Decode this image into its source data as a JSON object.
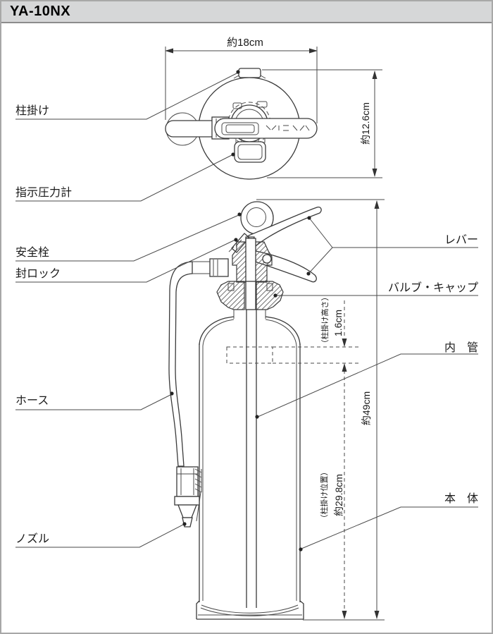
{
  "title": "YA-10NX",
  "colors": {
    "line": "#3a3a3a",
    "titlebar_bg": "#d6d7d8",
    "titlebar_border": "#8c8c8c",
    "page_border": "#a8a8a8"
  },
  "labels_left": [
    {
      "label": "柱掛け"
    },
    {
      "label": "指示圧力計"
    },
    {
      "label": "安全栓"
    },
    {
      "label": "封ロック"
    },
    {
      "label": "ホース"
    },
    {
      "label": "ノズル"
    }
  ],
  "labels_right": [
    {
      "label": "レバー"
    },
    {
      "label": "バルブ・キャップ"
    },
    {
      "label": "内　管"
    },
    {
      "label": "本　体"
    }
  ],
  "dimensions": {
    "width": "約18cm",
    "depth": "約12.6cm",
    "height": "約49cm",
    "hook_height_caption": "（柱掛け高さ）",
    "hook_height_value": "1.6cm",
    "hook_position_caption": "（柱掛け位置）",
    "hook_position_value": "約29.8cm"
  }
}
